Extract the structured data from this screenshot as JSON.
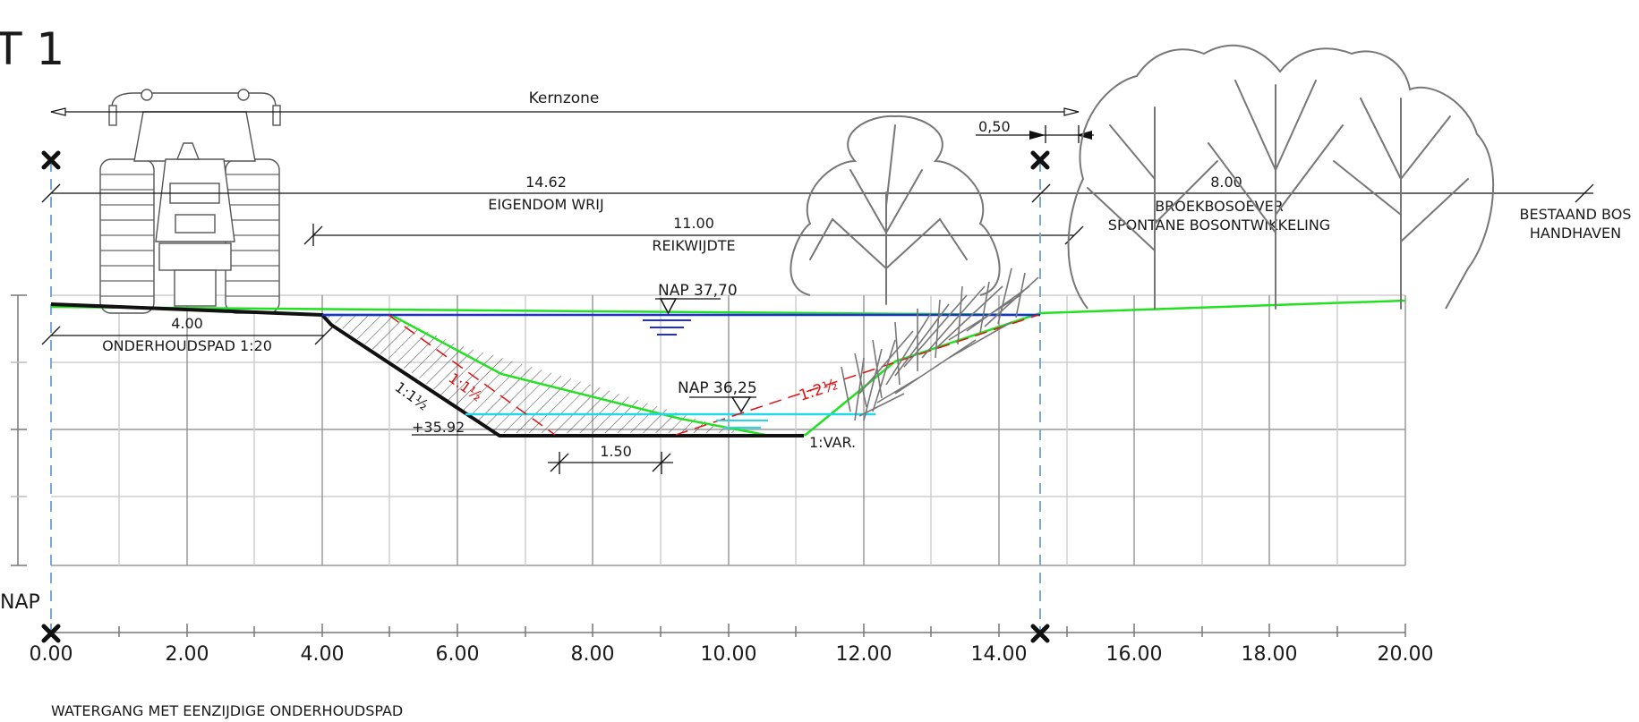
{
  "title_fragment": "T 1",
  "kernzone_label": "Kernzone",
  "offset_value": "0,50",
  "eigendom": {
    "value": "14.62",
    "label": "EIGENDOM WRIJ"
  },
  "reikwijdte": {
    "value": "11.00",
    "label": "REIKWIJDTE"
  },
  "broekbos": {
    "value": "8.00",
    "label1": "BROEKBOSOEVER",
    "label2": "SPONTANE BOSONTWIKKELING"
  },
  "bestaand": {
    "label1": "BESTAAND BOS",
    "label2": "HANDHAVEN"
  },
  "onderhoudspad": {
    "value": "4.00",
    "label": "ONDERHOUDSPAD 1:20"
  },
  "nap_high": "NAP 37,70",
  "nap_low": "NAP 36,25",
  "bottom_level": "+35.92",
  "bottom_width": "1.50",
  "slopes": {
    "left": "1:1½",
    "left_red": "1:1½",
    "right_red": "1:2½",
    "right_var": "1:VAR."
  },
  "nap_axis_label": "NAP",
  "x_ticks": [
    "0.00",
    "2.00",
    "4.00",
    "6.00",
    "8.00",
    "10.00",
    "12.00",
    "14.00",
    "16.00",
    "18.00",
    "20.00"
  ],
  "caption": "WATERGANG MET EENZIJDIGE ONDERHOUDSPAD",
  "colors": {
    "water": "#1f2fd8",
    "low_water": "#22d8e8",
    "new_profile": "#22e022",
    "red": "#e01010",
    "marker": "#7aa8d8"
  }
}
